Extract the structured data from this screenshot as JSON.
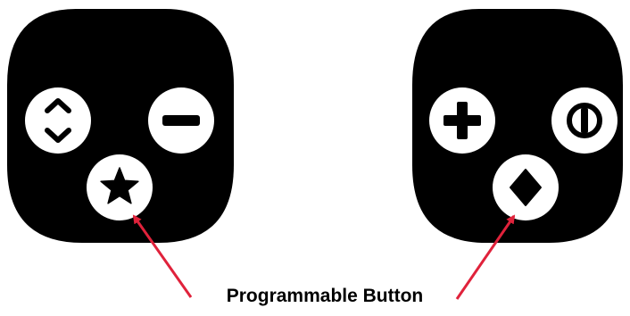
{
  "caption": "Programmable Button",
  "colors": {
    "pad": "#000000",
    "button": "#ffffff",
    "arrow": "#e0223b"
  },
  "left_pad": {
    "buttons": [
      {
        "name": "up-down-arrows",
        "icon": "up-down-chevron-icon"
      },
      {
        "name": "minus",
        "icon": "minus-icon"
      },
      {
        "name": "programmable",
        "icon": "star-icon"
      }
    ]
  },
  "right_pad": {
    "buttons": [
      {
        "name": "plus",
        "icon": "plus-icon"
      },
      {
        "name": "power",
        "icon": "power-icon"
      },
      {
        "name": "programmable",
        "icon": "diamond-icon"
      }
    ]
  }
}
